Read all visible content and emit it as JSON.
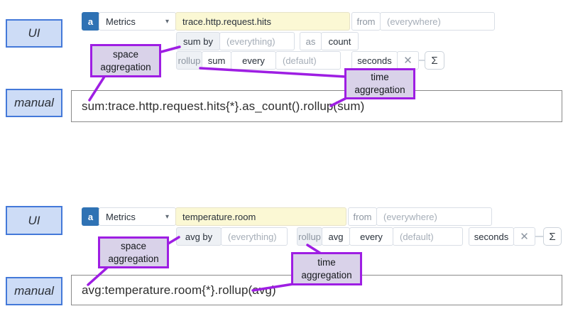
{
  "colors": {
    "callout_purple": "#9e1ee3",
    "annotation_fill": "#d9d2e9",
    "panel_label_fill": "#cddcf6",
    "panel_label_border": "#4479d9",
    "scope_badge_blue": "#2f72b4",
    "metric_field_yellow": "#fbf8d4"
  },
  "sections": [
    {
      "ui_label": "UI",
      "manual_label": "manual",
      "annotations": {
        "space": "space aggregation",
        "time": "time aggregation"
      },
      "query": {
        "letter": "a",
        "source": "Metrics",
        "caret": "▾",
        "metric": "trace.http.request.hits",
        "from": "from",
        "from_value": "(everywhere)",
        "space_agg": "sum by",
        "space_agg_value": "(everything)",
        "as": "as",
        "as_value": "count",
        "rollup": "rollup",
        "rollup_fn": "sum",
        "every": "every",
        "every_value": "(default)",
        "unit": "seconds",
        "close": "✕",
        "sigma": "Σ"
      },
      "manual_query": "sum:trace.http.request.hits{*}.as_count().rollup(sum)"
    },
    {
      "ui_label": "UI",
      "manual_label": "manual",
      "annotations": {
        "space": "space aggregation",
        "time": "time aggregation"
      },
      "query": {
        "letter": "a",
        "source": "Metrics",
        "caret": "▾",
        "metric": "temperature.room",
        "from": "from",
        "from_value": "(everywhere)",
        "space_agg": "avg by",
        "space_agg_value": "(everything)",
        "rollup": "rollup",
        "rollup_fn": "avg",
        "every": "every",
        "every_value": "(default)",
        "unit": "seconds",
        "close": "✕",
        "sigma": "Σ"
      },
      "manual_query": "avg:temperature.room{*}.rollup(avg)"
    }
  ]
}
